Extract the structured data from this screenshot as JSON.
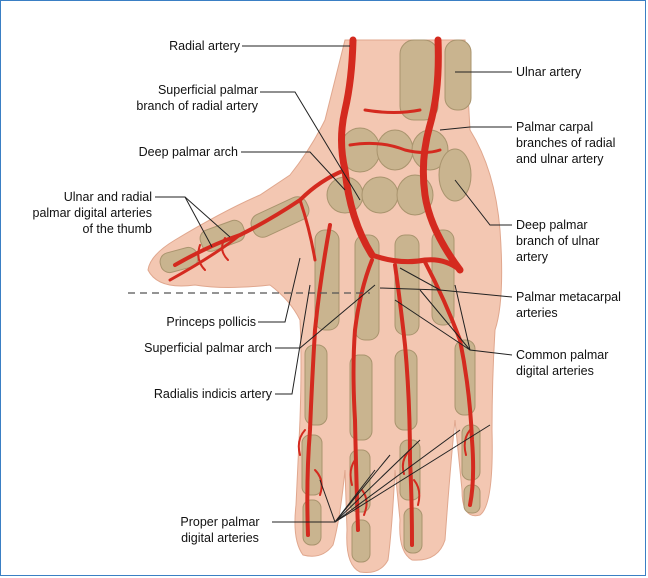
{
  "labels": {
    "radial_artery": "Radial artery",
    "superficial_palmar_branch": [
      "Superficial palmar",
      "branch of radial artery"
    ],
    "deep_palmar_arch": "Deep palmar arch",
    "thumb_arteries": [
      "Ulnar and radial",
      "palmar digital arteries",
      "of the thumb"
    ],
    "princeps_pollicis": "Princeps pollicis",
    "superficial_palmar_arch": "Superficial palmar arch",
    "radialis_indicis": "Radialis indicis artery",
    "proper_palmar_digital": [
      "Proper palmar",
      "digital arteries"
    ],
    "ulnar_artery": "Ulnar artery",
    "palmar_carpal_branches": [
      "Palmar carpal",
      "branches of radial",
      "and ulnar artery"
    ],
    "deep_palmar_branch_ulnar": [
      "Deep palmar",
      "branch of ulnar",
      "artery"
    ],
    "palmar_metacarpal": [
      "Palmar metacarpal",
      "arteries"
    ],
    "common_palmar_digital": [
      "Common palmar",
      "digital arteries"
    ]
  },
  "colors": {
    "skin": "#f3c7b2",
    "bone": "#c9b48f",
    "artery": "#d42a1f",
    "frame": "#3a7fc4"
  }
}
